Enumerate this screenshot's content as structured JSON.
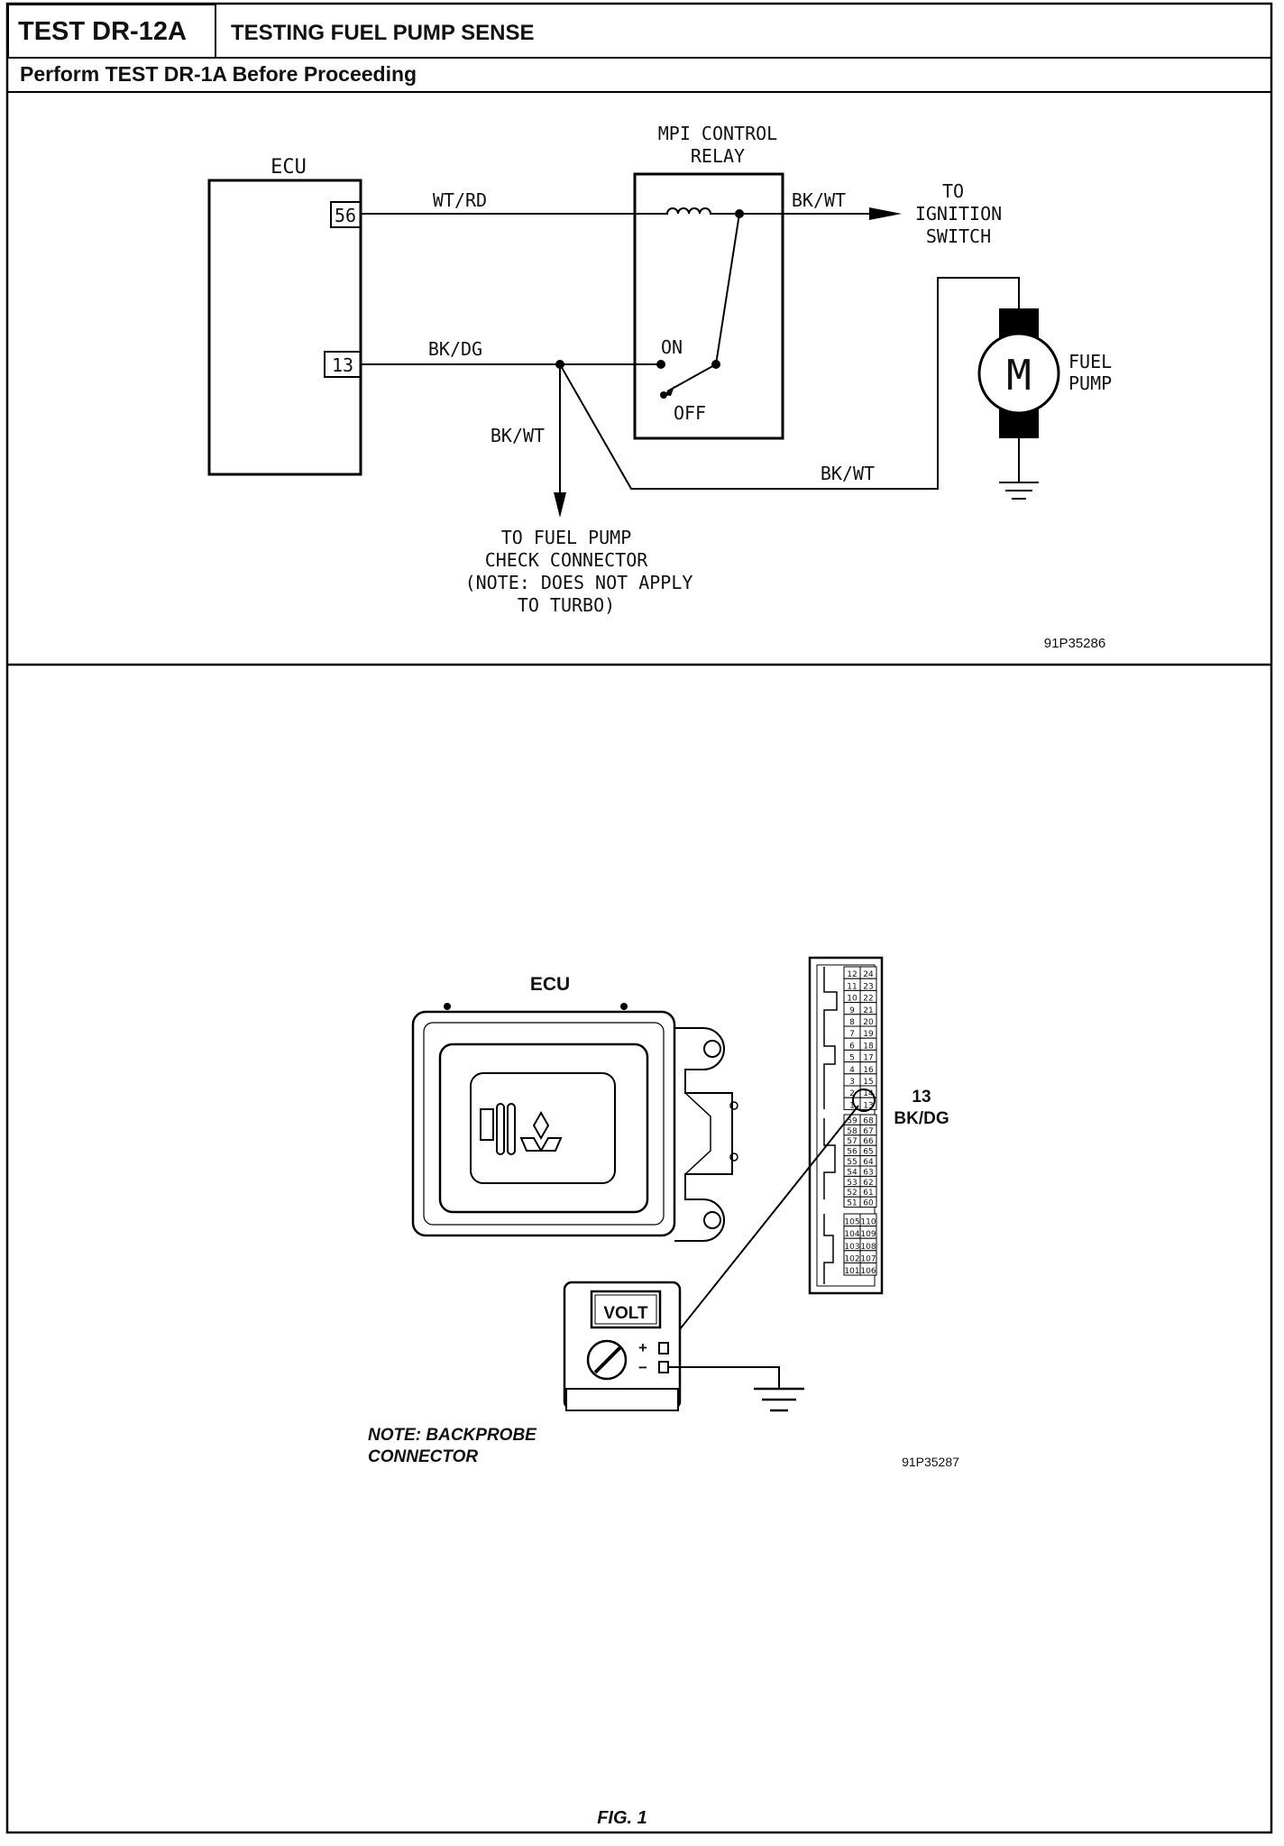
{
  "header": {
    "test_id": "TEST DR-12A",
    "test_title": "TESTING FUEL PUMP SENSE",
    "prerequisite": "Perform TEST DR-1A Before Proceeding"
  },
  "schematic": {
    "ecu_label": "ECU",
    "pin_56": "56",
    "pin_13": "13",
    "wire_wt_rd": "WT/RD",
    "wire_bk_dg": "BK/DG",
    "wire_bk_wt_relay": "BK/WT",
    "wire_bk_wt_branch": "BK/WT",
    "wire_bk_wt_pump": "BK/WT",
    "relay_label_line1": "MPI CONTROL",
    "relay_label_line2": "RELAY",
    "relay_on": "ON",
    "relay_off": "OFF",
    "ignition_line1": "TO",
    "ignition_line2": "IGNITION",
    "ignition_line3": "SWITCH",
    "motor_symbol": "M",
    "pump_line1": "FUEL",
    "pump_line2": "PUMP",
    "check_line1": "TO FUEL PUMP",
    "check_line2": "CHECK CONNECTOR",
    "check_line3": "(NOTE: DOES NOT APPLY",
    "check_line4": "TO TURBO)",
    "figure_code": "91P35286"
  },
  "illustration": {
    "ecu_label": "ECU",
    "pin_callout_number": "13",
    "pin_callout_wire": "BK/DG",
    "meter_label": "VOLT",
    "meter_plus": "+",
    "meter_minus": "−",
    "note_line1": "NOTE: BACKPROBE",
    "note_line2": "CONNECTOR",
    "figure_code": "91P35287",
    "connector_pins_top": [
      "12",
      "24",
      "11",
      "23",
      "10",
      "22",
      "9",
      "21",
      "8",
      "20",
      "7",
      "19",
      "6",
      "18",
      "5",
      "17",
      "4",
      "16",
      "3",
      "15",
      "2",
      "14",
      "1",
      "13"
    ],
    "connector_pins_mid": [
      "59",
      "68",
      "58",
      "67",
      "57",
      "66",
      "56",
      "65",
      "55",
      "64",
      "54",
      "63",
      "53",
      "62",
      "52",
      "61",
      "51",
      "60"
    ],
    "connector_pins_bot": [
      "105",
      "110",
      "104",
      "109",
      "103",
      "108",
      "102",
      "107",
      "101",
      "106"
    ]
  },
  "footer": {
    "fig_label": "FIG. 1"
  }
}
